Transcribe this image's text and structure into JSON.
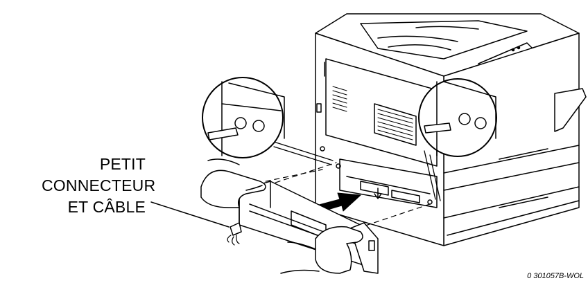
{
  "callout": {
    "line1": "PETIT",
    "line2": "CONNECTEUR",
    "line3": "ET CÂBLE"
  },
  "reference_code": "0 301057B-WOL",
  "icons": [
    "printer-illustration",
    "magnifier-circle-left",
    "magnifier-circle-right",
    "insertion-arrow",
    "hands-holding-module"
  ]
}
